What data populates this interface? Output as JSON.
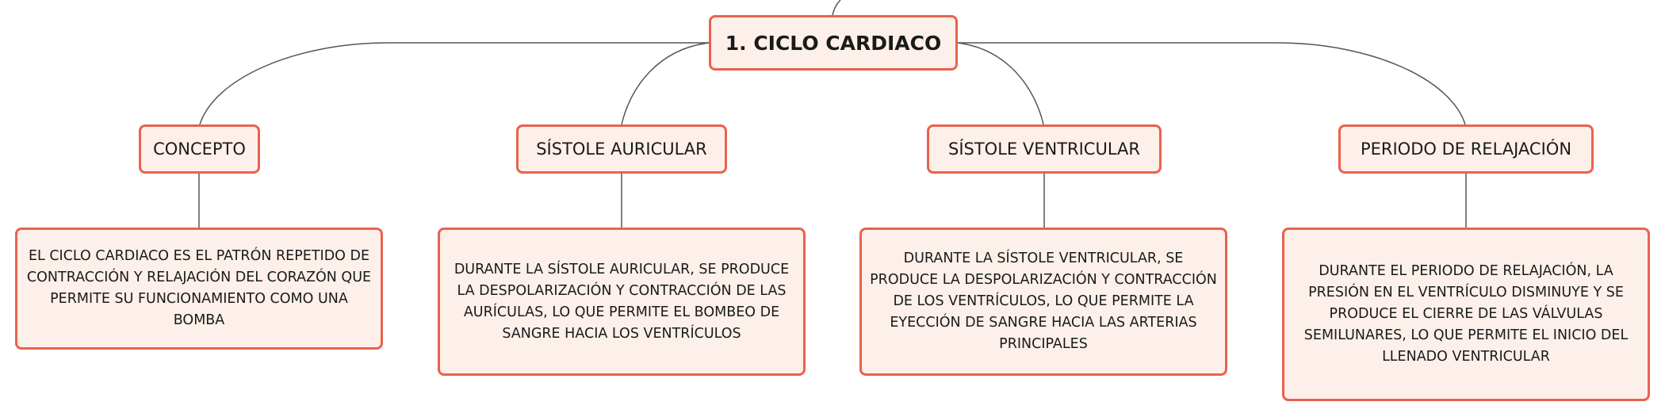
{
  "colors": {
    "node_fill": "#fdf0ea",
    "node_border": "#e9624d",
    "connector": "#555555",
    "text": "#1a1a1a"
  },
  "root": {
    "label": "1. CICLO CARDIACO"
  },
  "topics": [
    {
      "label": "CONCEPTO",
      "detail": "EL CICLO CARDIACO ES EL PATRÓN REPETIDO DE CONTRACCIÓN Y RELAJACIÓN DEL CORAZÓN QUE PERMITE SU FUNCIONAMIENTO COMO UNA BOMBA"
    },
    {
      "label": "SÍSTOLE AURICULAR",
      "detail": "DURANTE LA SÍSTOLE AURICULAR, SE PRODUCE LA DESPOLARIZACIÓN Y CONTRACCIÓN DE LAS AURÍCULAS, LO QUE PERMITE EL BOMBEO DE SANGRE HACIA LOS VENTRÍCULOS"
    },
    {
      "label": "SÍSTOLE VENTRICULAR",
      "detail": "DURANTE LA SÍSTOLE VENTRICULAR, SE PRODUCE LA DESPOLARIZACIÓN Y CONTRACCIÓN DE LOS VENTRÍCULOS, LO QUE PERMITE LA EYECCIÓN DE SANGRE HACIA LAS ARTERIAS PRINCIPALES"
    },
    {
      "label": "PERIODO DE RELAJACIÓN",
      "detail": "DURANTE EL PERIODO DE RELAJACIÓN, LA PRESIÓN EN EL VENTRÍCULO DISMINUYE Y SE PRODUCE EL CIERRE DE LAS VÁLVULAS SEMILUNARES, LO QUE PERMITE EL INICIO DEL LLENADO VENTRICULAR"
    }
  ]
}
